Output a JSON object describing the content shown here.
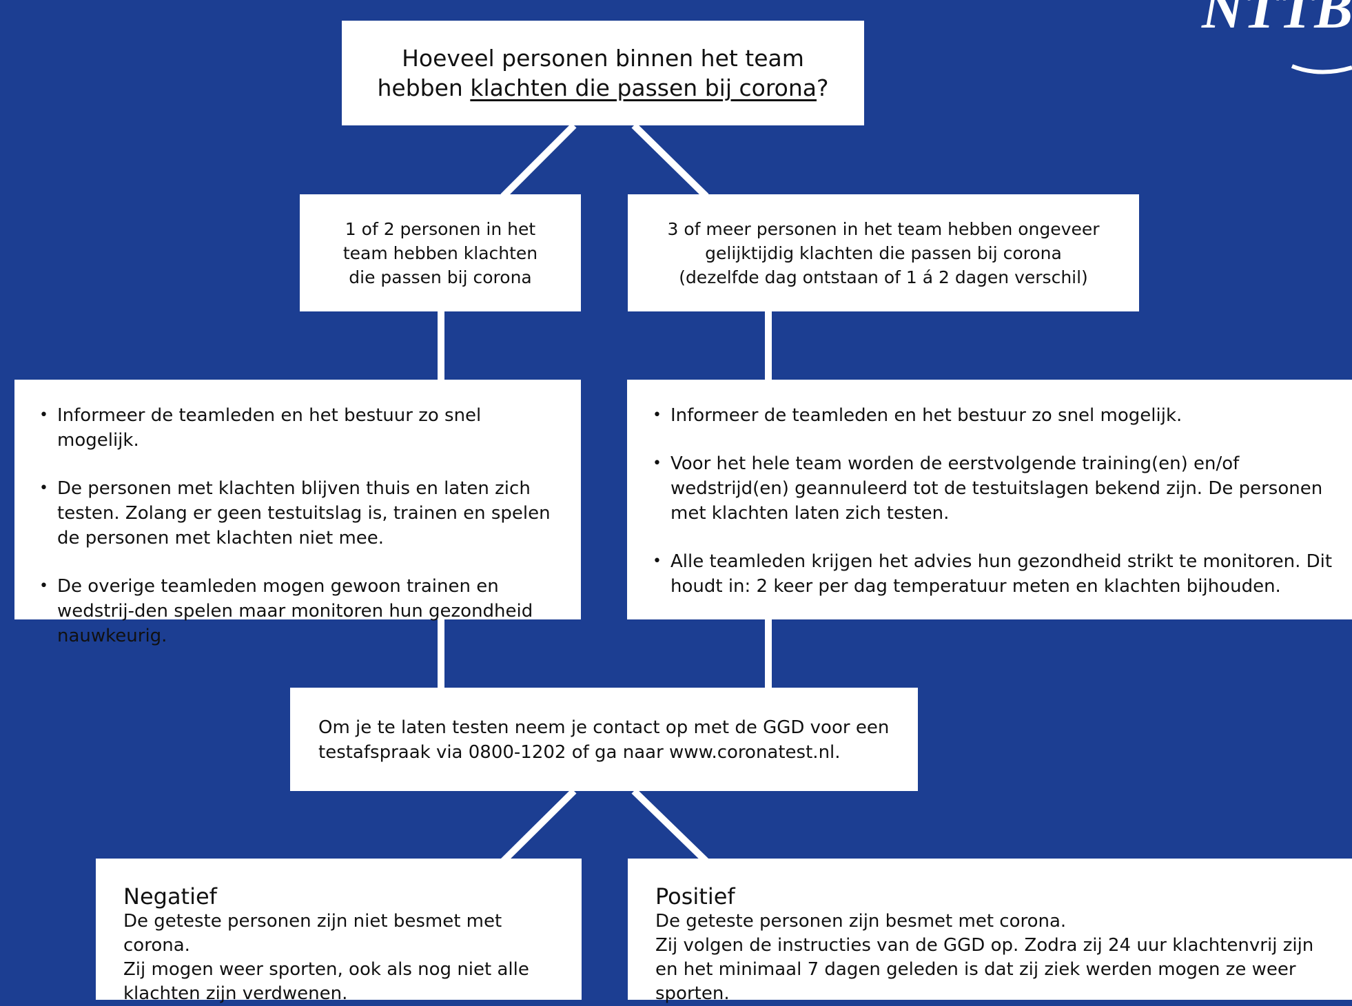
{
  "question": {
    "line1": "Hoeveel personen binnen het team",
    "line2_prefix": "hebben ",
    "line2_underlined": "klachten die passen bij corona",
    "line2_suffix": "?"
  },
  "option_left": {
    "text": "1 of 2 personen in het team hebben klachten die passen bij corona"
  },
  "option_right": {
    "text": "3 of meer personen in het team hebben ongeveer gelijktijdig klachten die passen bij corona (dezelfde dag ontstaan of 1 á 2 dagen verschil)"
  },
  "actions_left": {
    "items": [
      "Informeer de teamleden en het bestuur zo snel mogelijk.",
      "De personen met klachten blijven thuis en laten zich testen. Zolang er geen testuitslag is, trainen en spelen de personen met klachten niet mee.",
      "De overige teamleden mogen gewoon trainen en wedstrij-den spelen maar monitoren hun gezondheid nauwkeurig."
    ]
  },
  "actions_right": {
    "items": [
      "Informeer de teamleden en het bestuur zo snel mogelijk.",
      "Voor het hele team worden de eerstvolgende training(en) en/of wedstrijd(en) geannuleerd tot de testuitslagen bekend zijn. De personen met klachten laten zich testen.",
      "Alle teamleden krijgen het advies hun gezondheid strikt te monitoren. Dit houdt in: 2 keer per dag temperatuur meten en klachten bijhouden."
    ]
  },
  "test_info": {
    "text": "Om je te laten testen neem je contact op met de GGD voor een testafspraak via 0800-1202 of ga naar www.coronatest.nl."
  },
  "result_negative": {
    "title": "Negatief",
    "line1": "De geteste personen zijn niet besmet met corona.",
    "line2": "Zij mogen weer sporten, ook als nog niet alle klachten zijn verdwenen."
  },
  "result_positive": {
    "title": "Positief",
    "line1": "De geteste personen zijn besmet met corona.",
    "line2": "Zij volgen de instructies van de GGD op. Zodra zij 24 uur klachtenvrij zijn en het minimaal 7 dagen geleden is dat zij ziek werden mogen ze weer sporten."
  },
  "logo": {
    "text": "NTTB"
  },
  "colors": {
    "background": "#1c3e92",
    "box": "#ffffff",
    "connector": "#ffffff"
  }
}
